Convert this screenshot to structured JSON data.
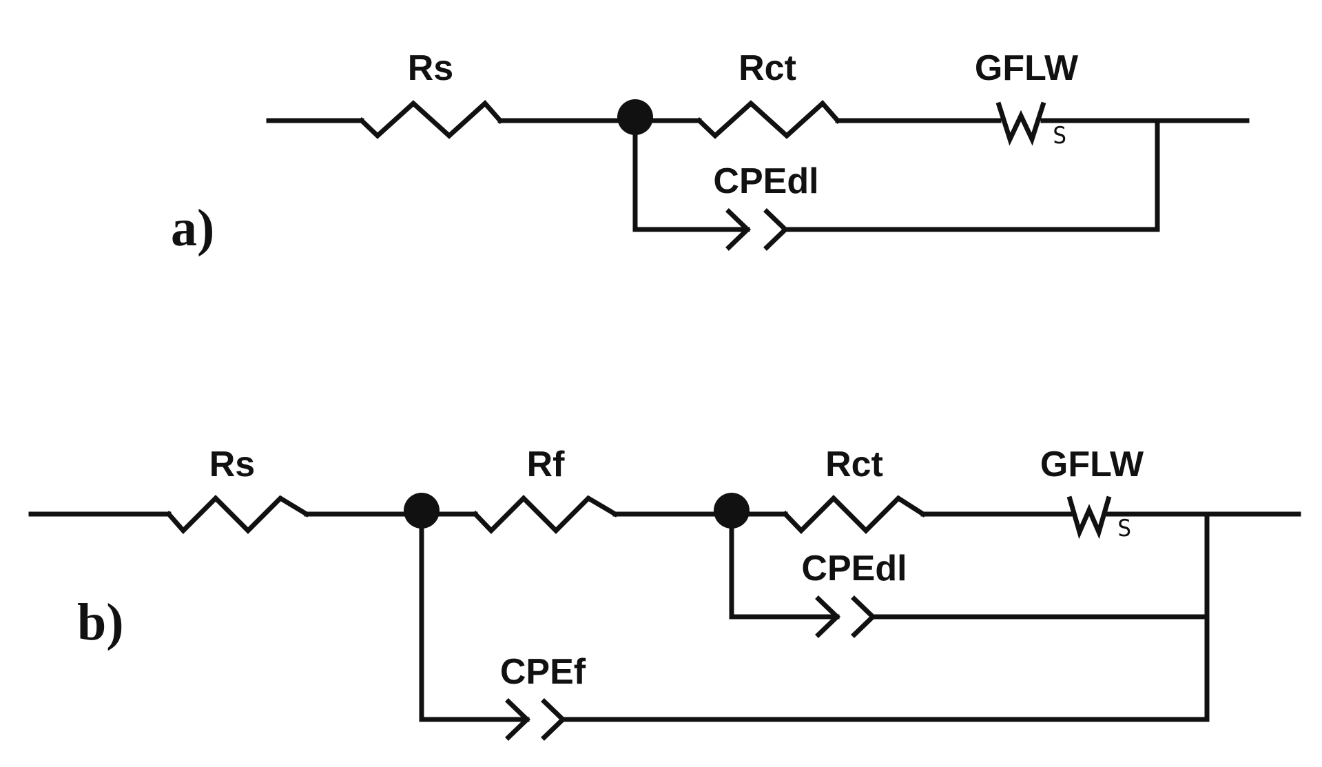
{
  "colors": {
    "line": "#111111",
    "text": "#111111",
    "background": "#ffffff"
  },
  "circuit_a": {
    "panel_label": "a)",
    "rs_label": "Rs",
    "rct_label": "Rct",
    "warburg_label": "GFLW",
    "warburg_symbol": "W",
    "warburg_subscript": "S",
    "cpe_dl_label": "CPEdl"
  },
  "circuit_b": {
    "panel_label": "b)",
    "rs_label": "Rs",
    "rf_label": "Rf",
    "rct_label": "Rct",
    "warburg_label": "GFLW",
    "warburg_symbol": "W",
    "warburg_subscript": "S",
    "cpe_dl_label": "CPEdl",
    "cpe_f_label": "CPEf"
  }
}
